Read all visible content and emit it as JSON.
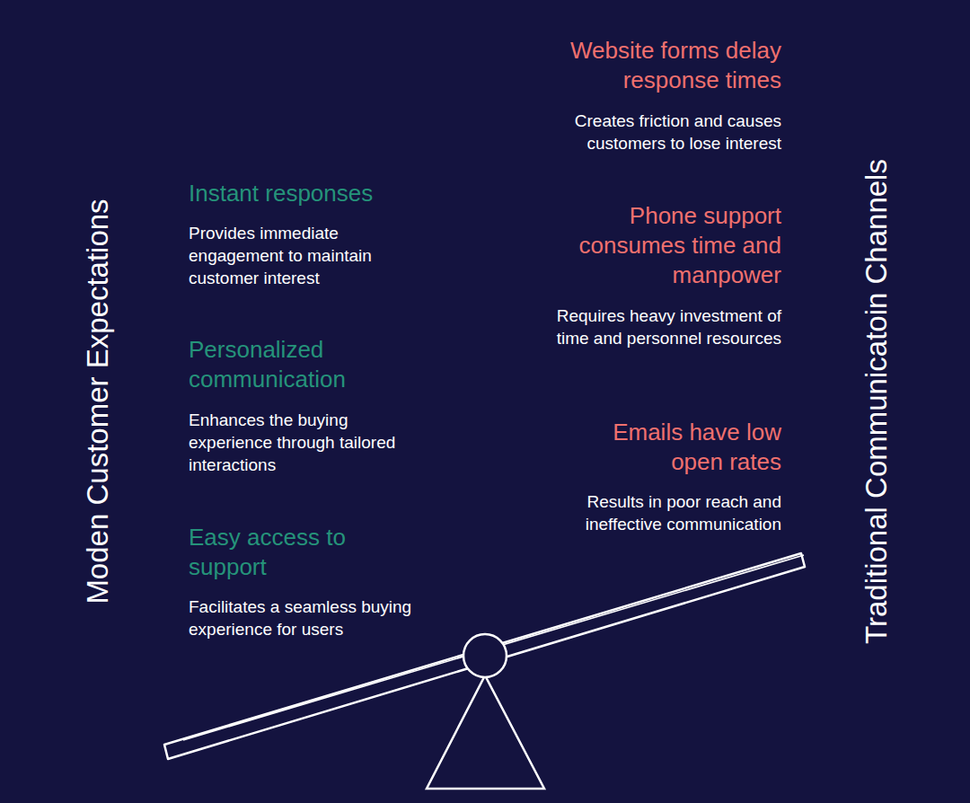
{
  "diagram": {
    "labels": [
      "Moden Customer Expectations",
      "Instant responses",
      "Provides immediate engagement to maintain customer interest",
      "Personalized communication",
      "Enhances the buying experience through tailored interactions",
      "Easy access to support",
      "Facilitates a seamless buying experience for users",
      "Website forms delay response times",
      "Creates friction and causes customers to lose interest",
      "Phone support consumes time and manpower",
      "Requires heavy investment of time and personnel resources",
      "Emails have low open rates",
      "Results in poor reach and ineffective communication",
      "Traditional Communicatoin Channels"
    ]
  }
}
